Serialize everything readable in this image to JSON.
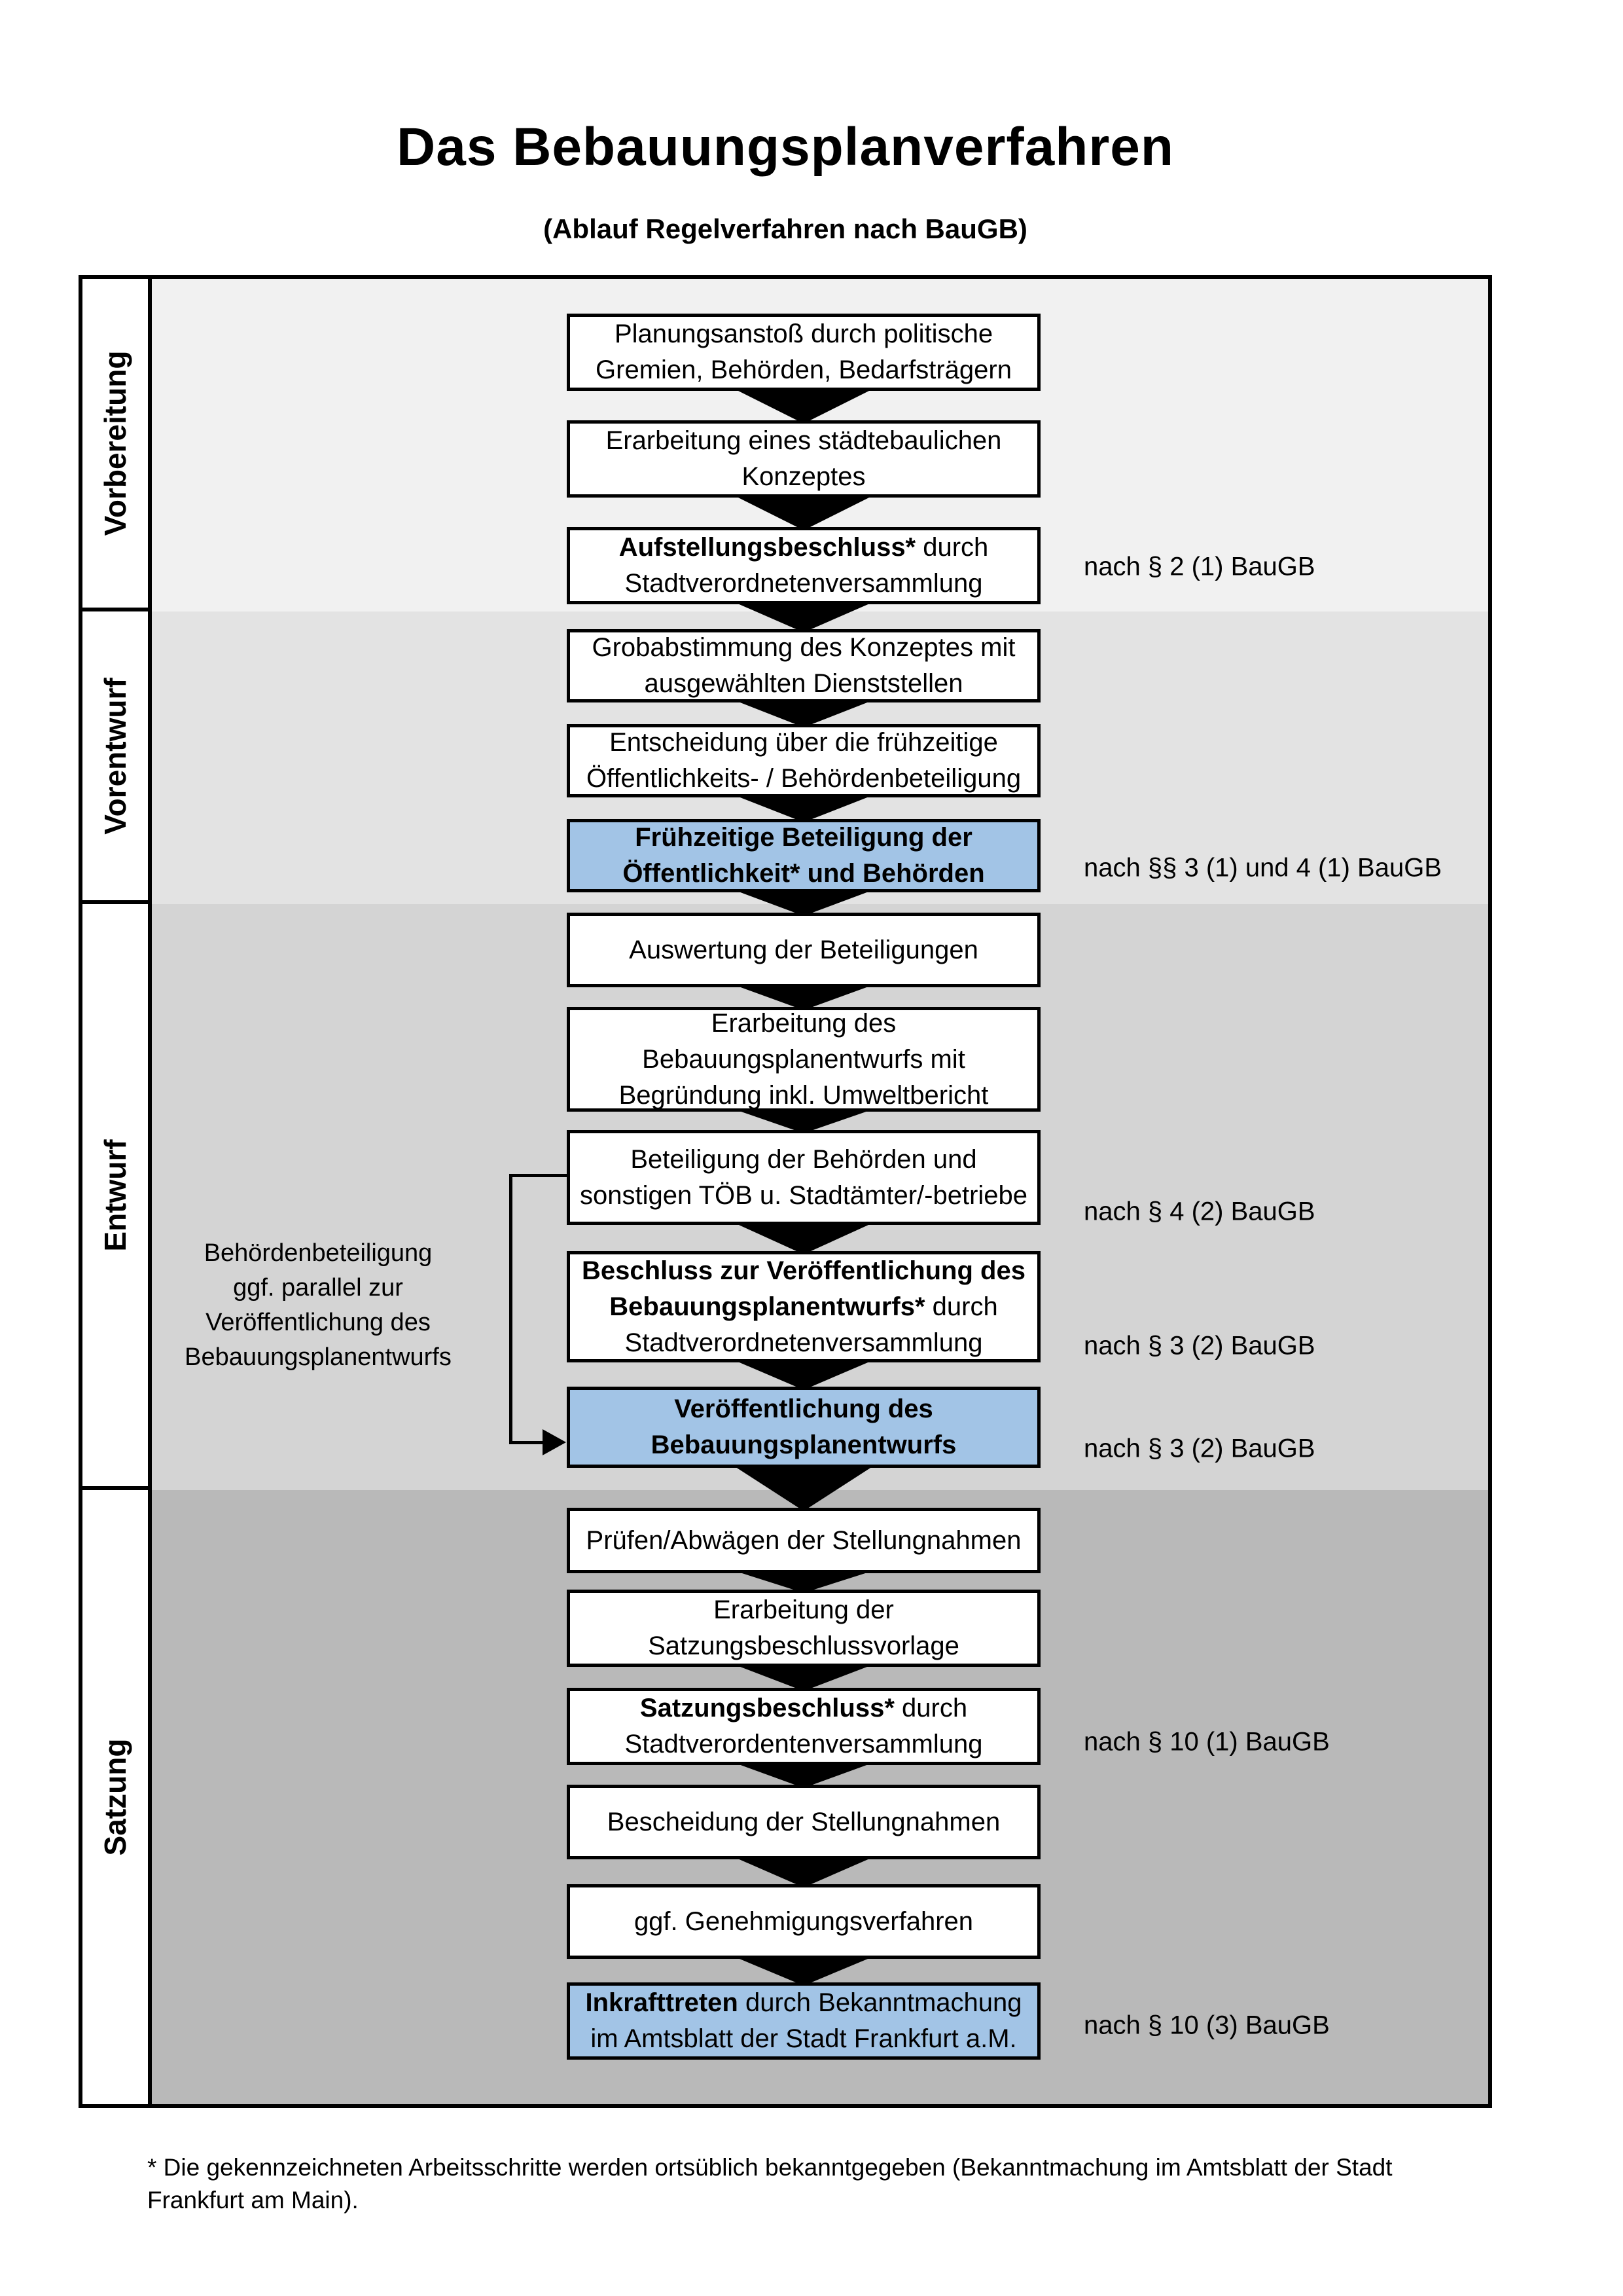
{
  "title": "Das Bebauungsplanverfahren",
  "subtitle": "(Ablauf Regelverfahren nach BauGB)",
  "colors": {
    "highlight_box": "#a2c4e6",
    "section_vorbereitung": "#f1f1f1",
    "section_vorentwurf": "#e3e3e3",
    "section_entwurf": "#d4d4d4",
    "section_satzung": "#b9b9b9",
    "box_border": "#000000"
  },
  "sections": [
    {
      "label": "Vorbereitung"
    },
    {
      "label": "Vorentwurf"
    },
    {
      "label": "Entwurf"
    },
    {
      "label": "Satzung"
    }
  ],
  "side_note": {
    "lines": [
      "Behördenbeteiligung",
      "ggf. parallel zur",
      "Veröffentlichung des",
      "Bebauungsplanentwurfs"
    ]
  },
  "steps": [
    {
      "highlight": false,
      "ref": "",
      "lines": [
        [
          {
            "t": "Planungsanstoß durch politische",
            "b": false
          }
        ],
        [
          {
            "t": "Gremien, Behörden, Bedarfsträgern",
            "b": false
          }
        ]
      ]
    },
    {
      "highlight": false,
      "ref": "",
      "lines": [
        [
          {
            "t": "Erarbeitung eines städtebaulichen",
            "b": false
          }
        ],
        [
          {
            "t": "Konzeptes",
            "b": false
          }
        ]
      ]
    },
    {
      "highlight": false,
      "ref": "nach § 2 (1) BauGB",
      "lines": [
        [
          {
            "t": "Aufstellungsbeschluss*",
            "b": true
          },
          {
            "t": " durch",
            "b": false
          }
        ],
        [
          {
            "t": "Stadtverordnetenversammlung",
            "b": false
          }
        ]
      ]
    },
    {
      "highlight": false,
      "ref": "",
      "lines": [
        [
          {
            "t": "Grobabstimmung des Konzeptes mit",
            "b": false
          }
        ],
        [
          {
            "t": "ausgewählten Dienststellen",
            "b": false
          }
        ]
      ]
    },
    {
      "highlight": false,
      "ref": "",
      "lines": [
        [
          {
            "t": "Entscheidung über die frühzeitige",
            "b": false
          }
        ],
        [
          {
            "t": "Öffentlichkeits- / Behördenbeteiligung",
            "b": false
          }
        ]
      ]
    },
    {
      "highlight": true,
      "ref": "nach §§ 3 (1) und 4 (1) BauGB",
      "lines": [
        [
          {
            "t": "Frühzeitige Beteiligung der",
            "b": true
          }
        ],
        [
          {
            "t": "Öffentlichkeit* und Behörden",
            "b": true
          }
        ]
      ]
    },
    {
      "highlight": false,
      "ref": "",
      "lines": [
        [
          {
            "t": "Auswertung der Beteiligungen",
            "b": false
          }
        ]
      ]
    },
    {
      "highlight": false,
      "ref": "",
      "lines": [
        [
          {
            "t": "Erarbeitung des",
            "b": false
          }
        ],
        [
          {
            "t": "Bebauungsplanentwurfs mit",
            "b": false
          }
        ],
        [
          {
            "t": "Begründung inkl. Umweltbericht",
            "b": false
          }
        ]
      ]
    },
    {
      "highlight": false,
      "ref": "nach § 4 (2) BauGB",
      "lines": [
        [
          {
            "t": "Beteiligung der Behörden und",
            "b": false
          }
        ],
        [
          {
            "t": "sonstigen TÖB u. Stadtämter/-betriebe",
            "b": false
          }
        ]
      ]
    },
    {
      "highlight": false,
      "ref": "nach § 3 (2) BauGB",
      "lines": [
        [
          {
            "t": "Beschluss zur Veröffentlichung des",
            "b": true
          }
        ],
        [
          {
            "t": "Bebauungsplanentwurfs*",
            "b": true
          },
          {
            "t": " durch",
            "b": false
          }
        ],
        [
          {
            "t": "Stadtverordnetenversammlung",
            "b": false
          }
        ]
      ]
    },
    {
      "highlight": true,
      "ref": "nach § 3 (2) BauGB",
      "lines": [
        [
          {
            "t": "Veröffentlichung des",
            "b": true
          }
        ],
        [
          {
            "t": "Bebauungsplanentwurfs",
            "b": true
          }
        ]
      ]
    },
    {
      "highlight": false,
      "ref": "",
      "lines": [
        [
          {
            "t": "Prüfen/Abwägen der Stellungnahmen",
            "b": false
          }
        ]
      ]
    },
    {
      "highlight": false,
      "ref": "",
      "lines": [
        [
          {
            "t": "Erarbeitung der",
            "b": false
          }
        ],
        [
          {
            "t": "Satzungsbeschlussvorlage",
            "b": false
          }
        ]
      ]
    },
    {
      "highlight": false,
      "ref": "nach § 10 (1) BauGB",
      "lines": [
        [
          {
            "t": "Satzungsbeschluss*",
            "b": true
          },
          {
            "t": " durch",
            "b": false
          }
        ],
        [
          {
            "t": "Stadtverordentenversammlung",
            "b": false
          }
        ]
      ]
    },
    {
      "highlight": false,
      "ref": "",
      "lines": [
        [
          {
            "t": "Bescheidung der Stellungnahmen",
            "b": false
          }
        ]
      ]
    },
    {
      "highlight": false,
      "ref": "",
      "lines": [
        [
          {
            "t": "ggf. Genehmigungsverfahren",
            "b": false
          }
        ]
      ]
    },
    {
      "highlight": true,
      "ref": "nach § 10 (3) BauGB",
      "lines": [
        [
          {
            "t": "Inkrafttreten",
            "b": true
          },
          {
            "t": " durch Bekanntmachung",
            "b": false
          }
        ],
        [
          {
            "t": "im Amtsblatt der Stadt Frankfurt a.M.",
            "b": false
          }
        ]
      ]
    }
  ],
  "footnote": {
    "line1": "* Die gekennzeichneten Arbeitsschritte werden ortsüblich bekanntgegeben (Bekanntmachung im Amtsblatt der Stadt",
    "line2": "Frankfurt am Main)."
  }
}
